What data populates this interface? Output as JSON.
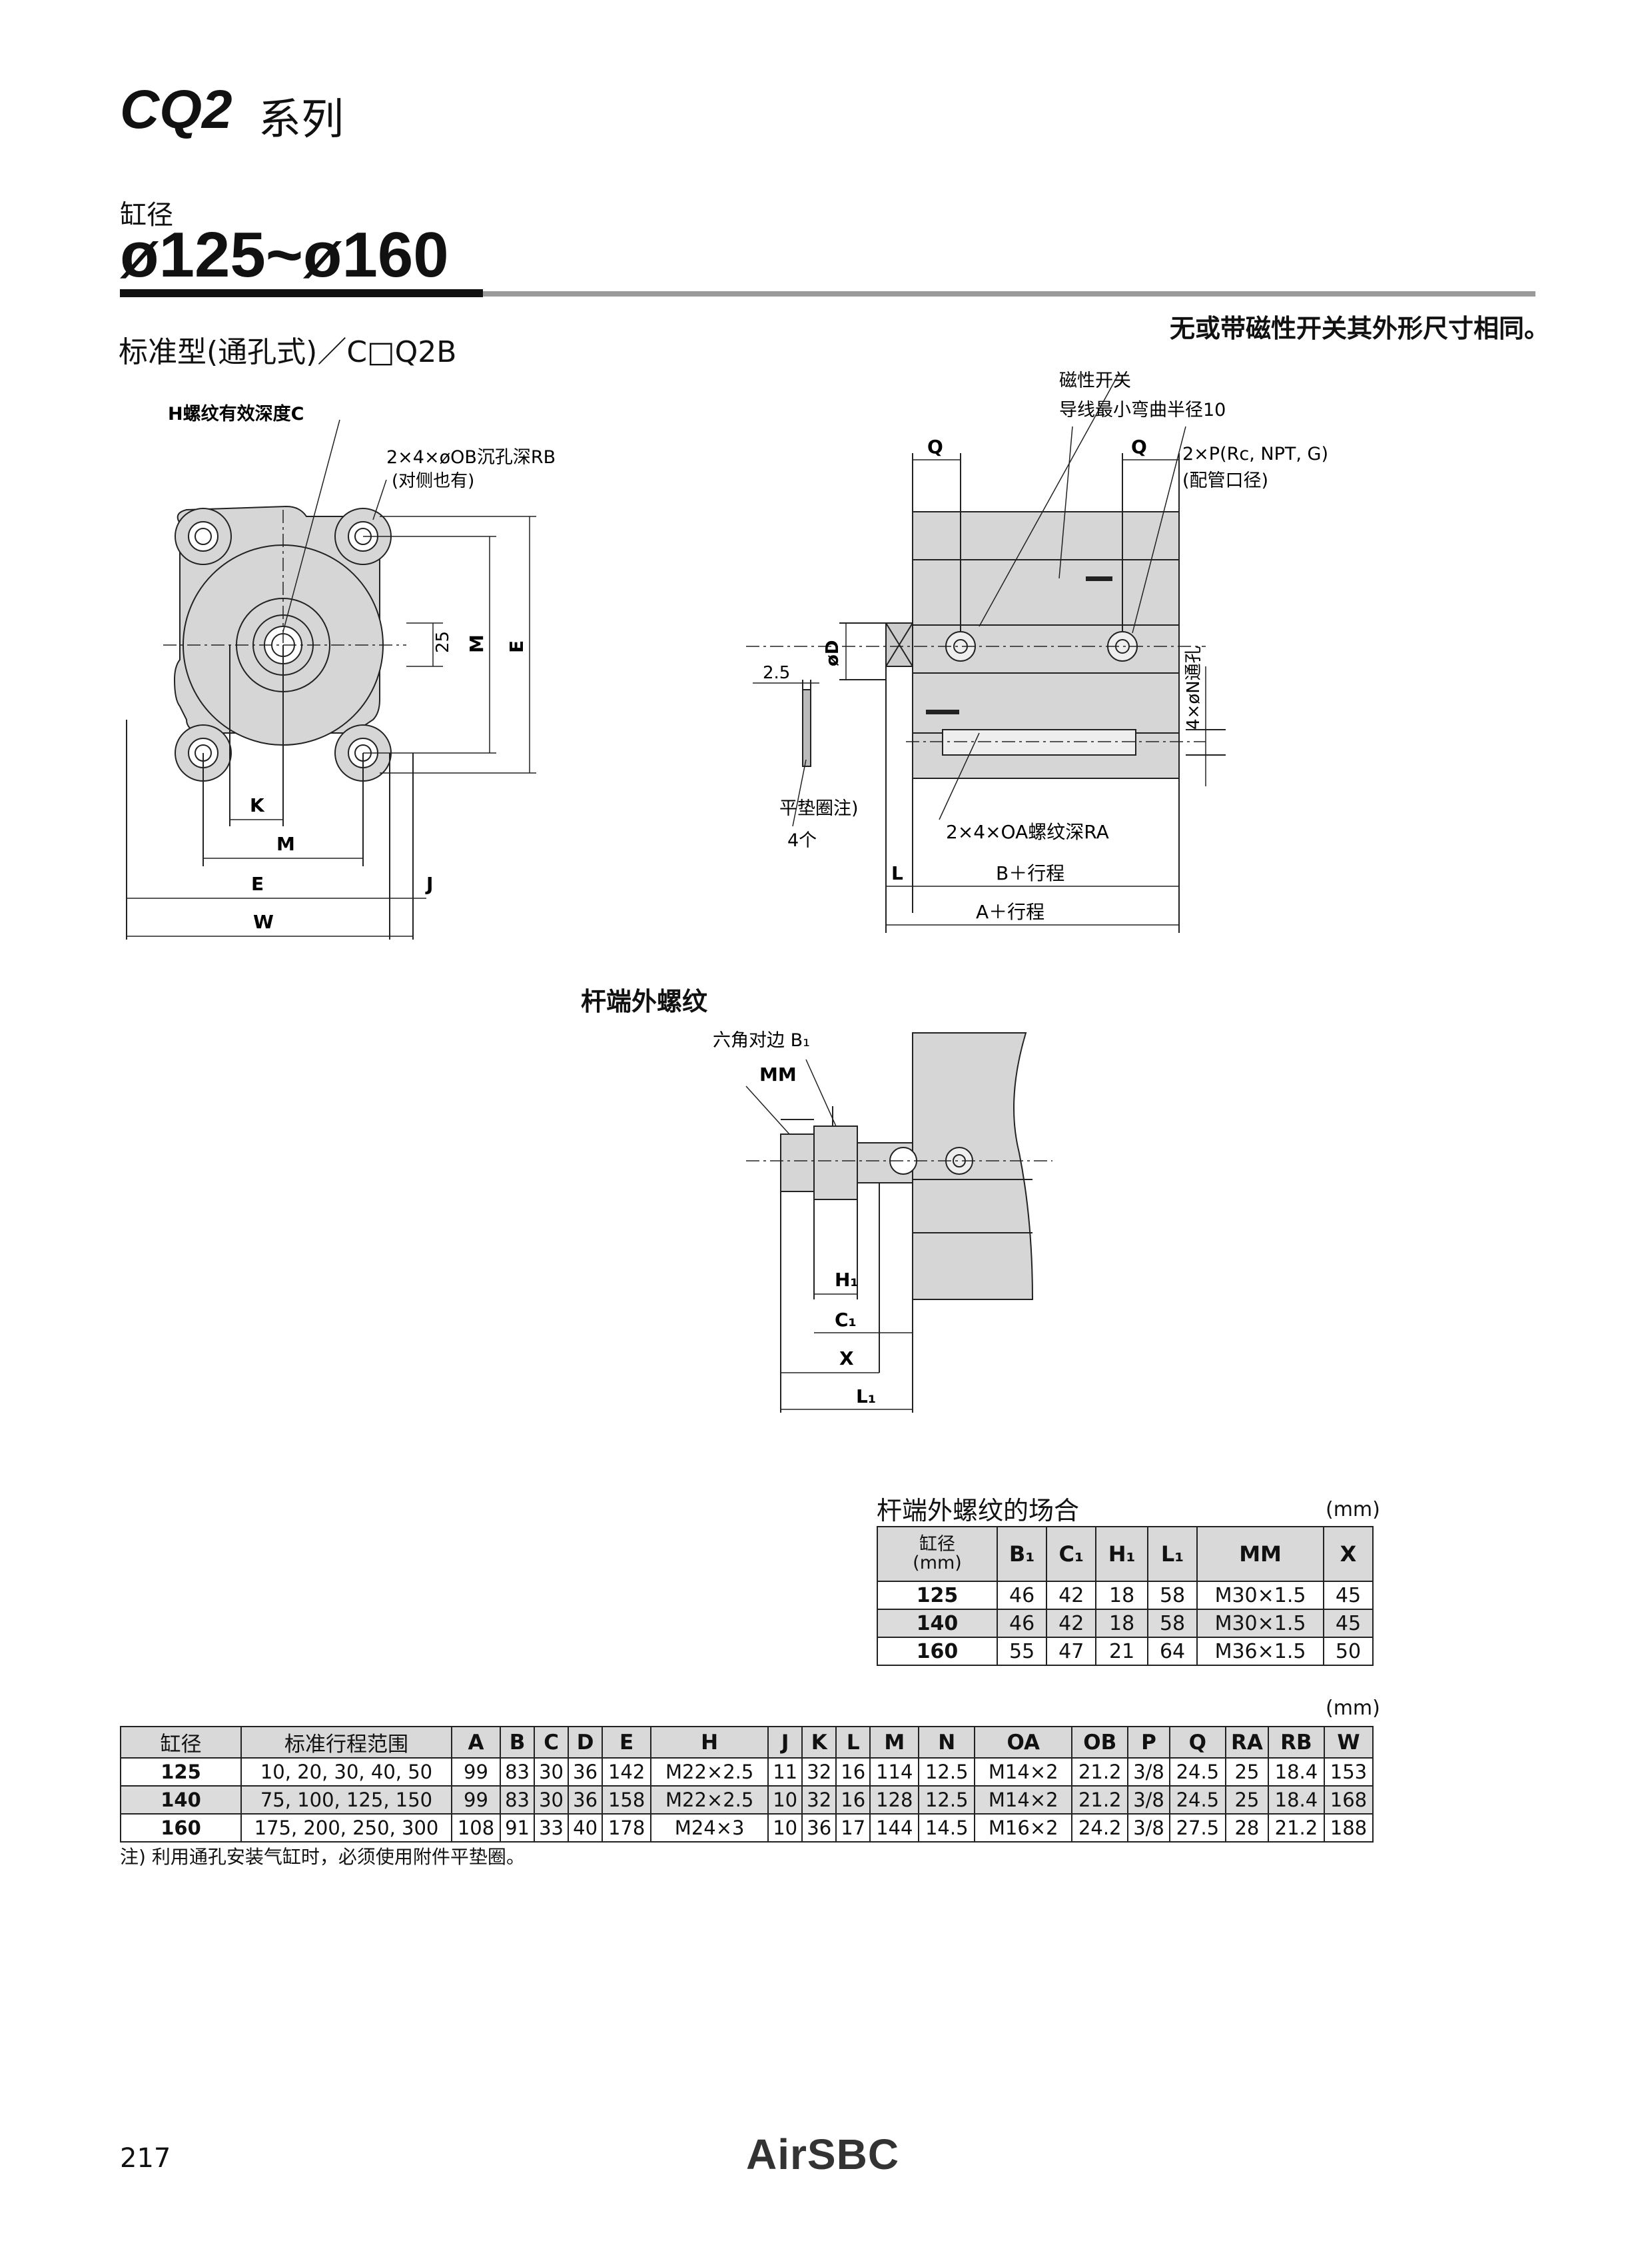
{
  "header": {
    "series": "CQ2",
    "series_suffix": "系列",
    "bore_label": "缸径",
    "bore_range": "ø125~ø160",
    "type_title": "标准型(通孔式)／C□Q2B",
    "note": "无或带磁性开关其外形尺寸相同。"
  },
  "front_view": {
    "callout_h": "H螺纹有效深度C",
    "callout_ob": "2×4×øOB沉孔深RB",
    "callout_ob_note": "(对侧也有)",
    "dim_25": "25",
    "dim_m_v": "M",
    "dim_e_v": "E",
    "dim_k": "K",
    "dim_m": "M",
    "dim_e": "E",
    "dim_j": "J",
    "dim_w": "W"
  },
  "side_view": {
    "switch_label": "磁性开关",
    "switch_note": "导线最小弯曲半径10",
    "dim_q1": "Q",
    "dim_q2": "Q",
    "port_label": "2×P(Rc, NPT, G)",
    "port_note": "(配管口径)",
    "dim_d": "øD",
    "dim_25": "2.5",
    "through_hole": "4×øN通孔",
    "washer": "平垫圈注)",
    "washer_qty": "4个",
    "oa_callout": "2×4×OA螺纹深RA",
    "dim_l": "L",
    "dim_b": "B＋行程",
    "dim_a": "A＋行程"
  },
  "rod_view": {
    "title": "杆端外螺纹",
    "hex": "六角对边 B₁",
    "mm": "MM",
    "h1": "H₁",
    "c1": "C₁",
    "x": "X",
    "l1": "L₁"
  },
  "rod_table": {
    "title": "杆端外螺纹的场合",
    "unit": "(mm)",
    "headers": [
      "缸径\n(mm)",
      "B₁",
      "C₁",
      "H₁",
      "L₁",
      "MM",
      "X"
    ],
    "rows": [
      [
        "125",
        "46",
        "42",
        "18",
        "58",
        "M30×1.5",
        "45"
      ],
      [
        "140",
        "46",
        "42",
        "18",
        "58",
        "M30×1.5",
        "45"
      ],
      [
        "160",
        "55",
        "47",
        "21",
        "64",
        "M36×1.5",
        "50"
      ]
    ]
  },
  "main_table": {
    "unit": "(mm)",
    "headers": [
      "缸径",
      "标准行程范围",
      "A",
      "B",
      "C",
      "D",
      "E",
      "H",
      "J",
      "K",
      "L",
      "M",
      "N",
      "OA",
      "OB",
      "P",
      "Q",
      "RA",
      "RB",
      "W"
    ],
    "rows": [
      [
        "125",
        "10, 20, 30, 40, 50",
        "99",
        "83",
        "30",
        "36",
        "142",
        "M22×2.5",
        "11",
        "32",
        "16",
        "114",
        "12.5",
        "M14×2",
        "21.2",
        "3/8",
        "24.5",
        "25",
        "18.4",
        "153"
      ],
      [
        "140",
        "75, 100, 125, 150",
        "99",
        "83",
        "30",
        "36",
        "158",
        "M22×2.5",
        "10",
        "32",
        "16",
        "128",
        "12.5",
        "M14×2",
        "21.2",
        "3/8",
        "24.5",
        "25",
        "18.4",
        "168"
      ],
      [
        "160",
        "175, 200, 250, 300",
        "108",
        "91",
        "33",
        "40",
        "178",
        "M24×3",
        "10",
        "36",
        "17",
        "144",
        "14.5",
        "M16×2",
        "24.2",
        "3/8",
        "27.5",
        "28",
        "21.2",
        "188"
      ]
    ],
    "footnote": "注) 利用通孔安装气缸时，必须使用附件平垫圈。"
  },
  "footer": {
    "page": "217",
    "logo": "AirSBC"
  }
}
